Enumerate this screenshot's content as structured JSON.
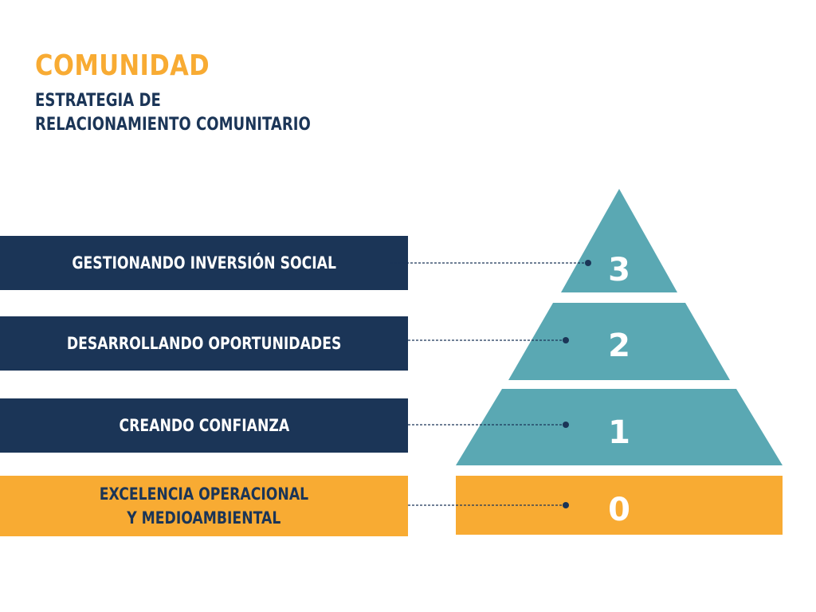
{
  "header": {
    "title": "COMUNIDAD",
    "subtitle_line1": "ESTRATEGIA DE",
    "subtitle_line2": "RELACIONAMIENTO COMUNITARIO"
  },
  "levels": [
    {
      "number": "3",
      "label_line1": "GESTIONANDO INVERSIÓN SOCIAL",
      "label_line2": ""
    },
    {
      "number": "2",
      "label_line1": "DESARROLLANDO OPORTUNIDADES",
      "label_line2": ""
    },
    {
      "number": "1",
      "label_line1": "CREANDO CONFIANZA",
      "label_line2": ""
    },
    {
      "number": "0",
      "label_line1": "EXCELENCIA OPERACIONAL",
      "label_line2": "Y MEDIOAMBIENTAL"
    }
  ],
  "colors": {
    "navy": "#1b3557",
    "orange": "#f8ab33",
    "teal": "#5aa8b3",
    "white": "#ffffff"
  }
}
